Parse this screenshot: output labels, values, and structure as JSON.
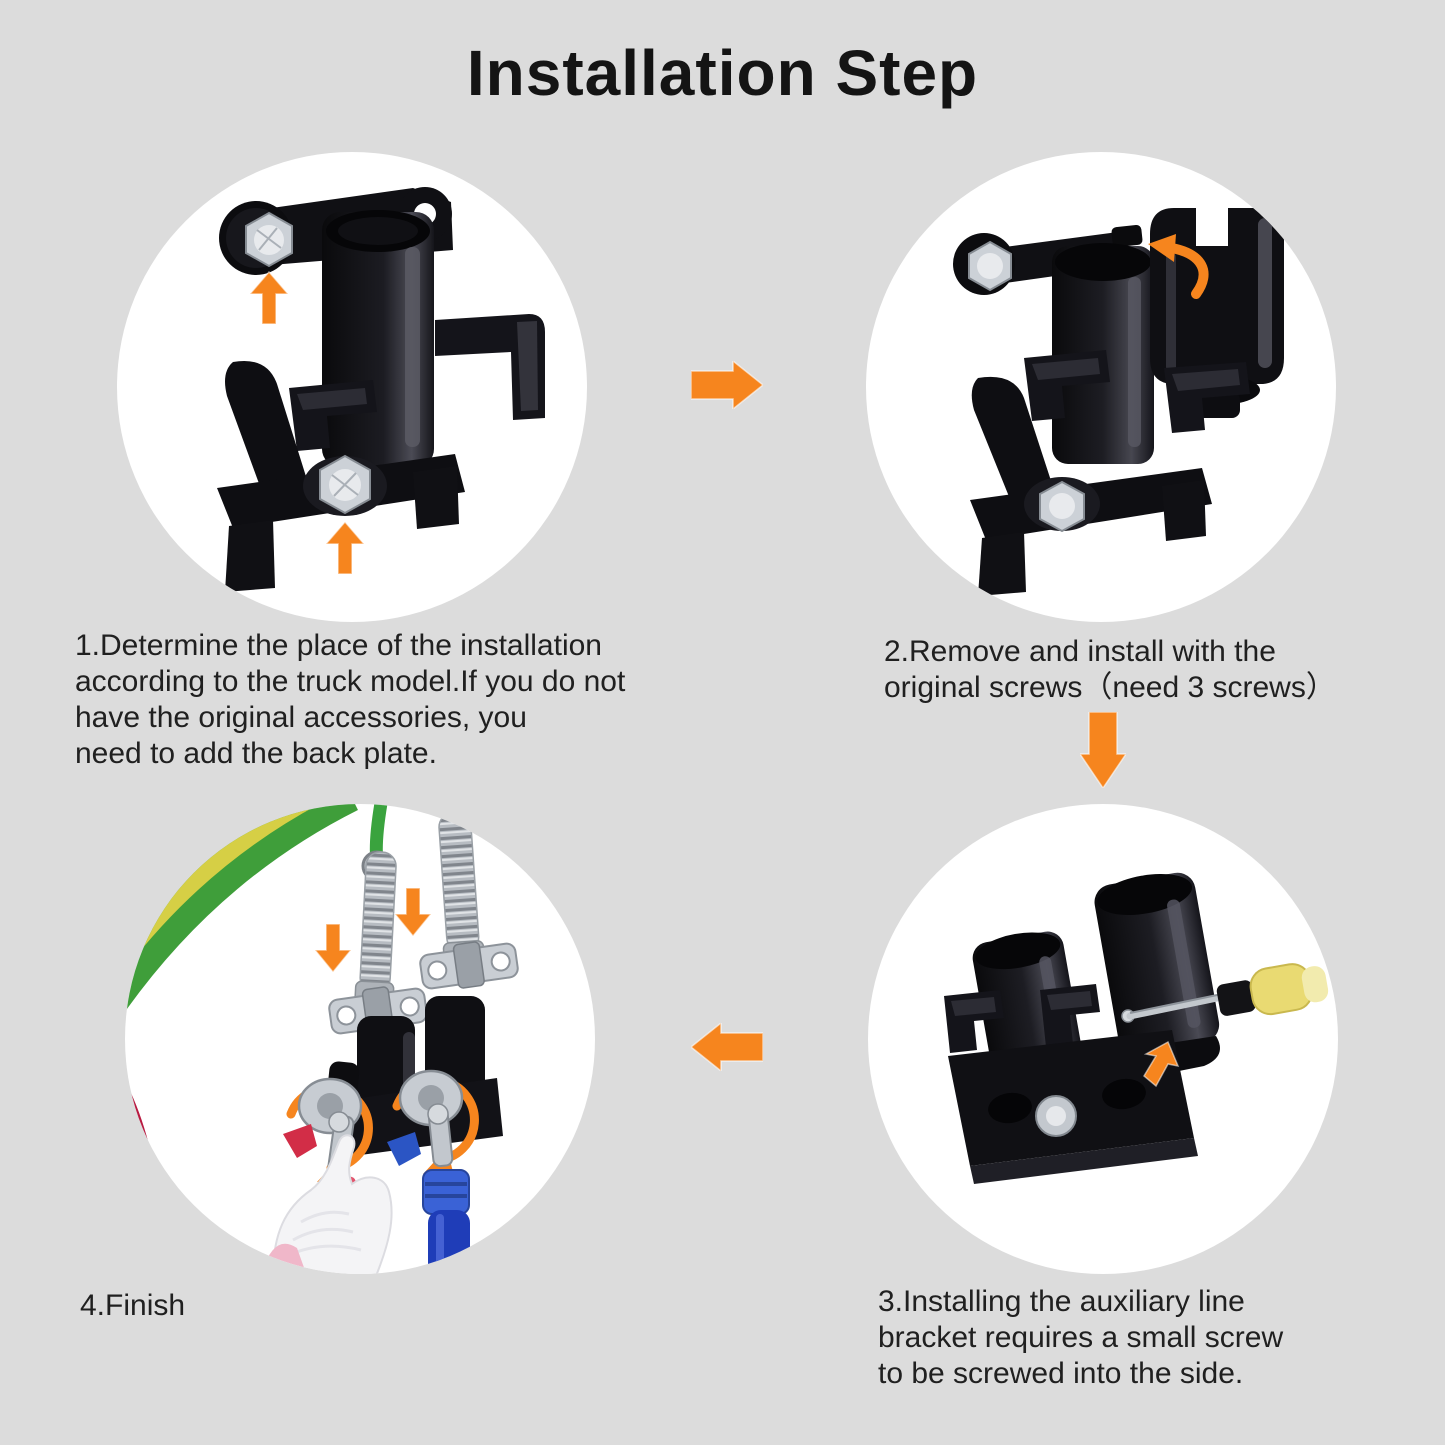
{
  "title": "Installation Step",
  "colors": {
    "background": "#dcdcdc",
    "circle_background": "#ffffff",
    "accent_orange": "#f6851e",
    "caption_text": "#202020",
    "title_text": "#141414",
    "product_black": "#101014",
    "bolt_silver": "#ccd1d7",
    "screwdriver_yellow": "#e9da72",
    "hose_green": "#3f9e3a",
    "hose_blue": "#1f3db8",
    "handle_red": "#d22d47",
    "glove_white": "#f4f4f6"
  },
  "steps": [
    {
      "caption": "1.Determine the place of the installation\naccording to the truck model.If you do not\nhave the original accessories, you\nneed to add the back plate."
    },
    {
      "caption": "2.Remove and install with the\noriginal screws（need 3 screws）"
    },
    {
      "caption": "3.Installing the auxiliary line\nbracket requires a small screw\nto be screwed into the side."
    },
    {
      "caption": "4.Finish"
    }
  ],
  "flow": {
    "step1_to_step2": "right arrow",
    "step2_to_step3": "down arrow",
    "step3_to_step4": "left arrow"
  }
}
